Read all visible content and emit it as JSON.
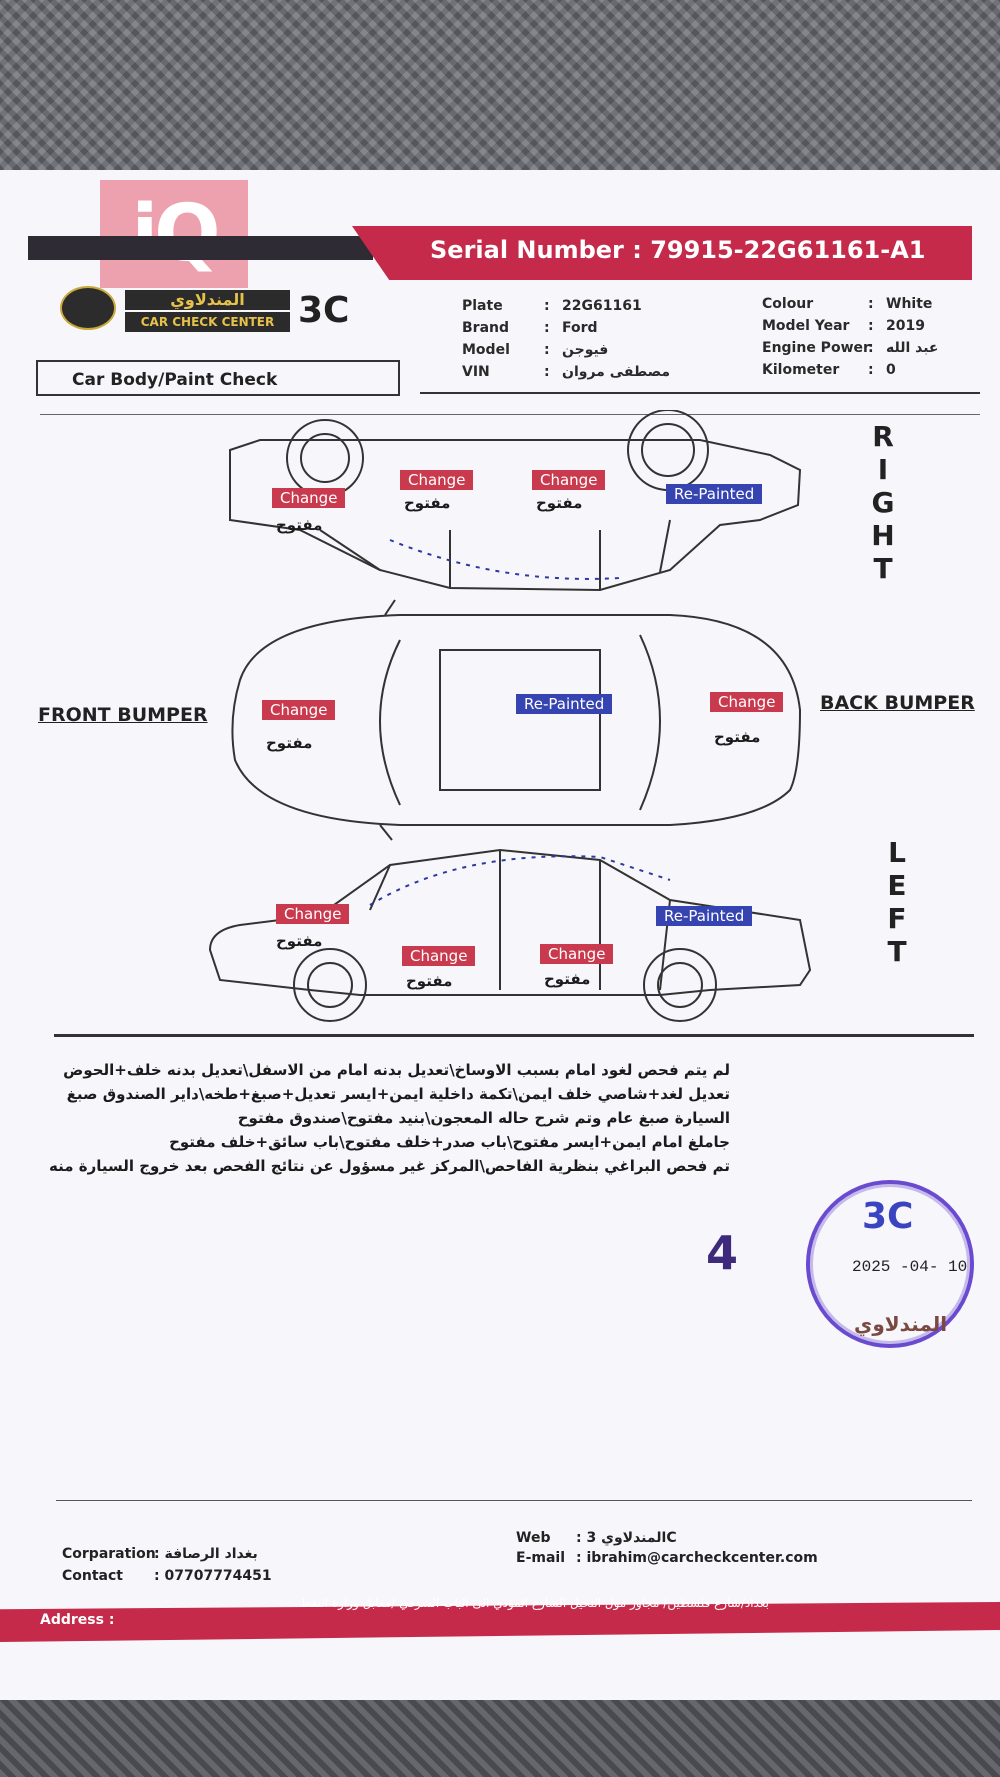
{
  "watermark": "iQ",
  "header": {
    "serial_label": "Serial Number :",
    "serial_value": "79915-22G61161-A1",
    "brand_arabic": "المندلاوي",
    "brand_english": "CAR CHECK CENTER",
    "brand_code": "3C"
  },
  "vehicle": {
    "plate": {
      "label": "Plate",
      "value": "22G61161"
    },
    "brand": {
      "label": "Brand",
      "value": "Ford"
    },
    "model": {
      "label": "Model",
      "value": "فيوجن"
    },
    "vin": {
      "label": "VIN",
      "value": "مصطفى مروان"
    },
    "colour": {
      "label": "Colour",
      "value": "White"
    },
    "model_year": {
      "label": "Model Year",
      "value": "2019"
    },
    "engine_power": {
      "label": "Engine Power",
      "value": "عبد الله"
    },
    "kilometer": {
      "label": "Kilometer",
      "value": "0"
    }
  },
  "section_title": "Car Body/Paint Check",
  "diagram": {
    "right_letters": [
      "R",
      "I",
      "G",
      "H",
      "T"
    ],
    "left_letters": [
      "L",
      "E",
      "F",
      "T"
    ],
    "front_bumper": "FRONT BUMPER",
    "back_bumper": "BACK BUMPER",
    "right_view": {
      "tags": [
        "Change",
        "Change",
        "Change",
        "Re-Painted"
      ],
      "notes": [
        "مفتوح",
        "مفتوح",
        "مفتوح"
      ]
    },
    "top_view": {
      "tags": [
        "Change",
        "Re-Painted",
        "Change"
      ],
      "notes": [
        "مفتوح",
        "مفتوح"
      ]
    },
    "left_view": {
      "tags": [
        "Change",
        "Change",
        "Change",
        "Re-Painted"
      ],
      "notes": [
        "مفتوح",
        "مفتوح",
        "مفتوح"
      ]
    }
  },
  "notes": [
    "لم يتم فحص لغود امام بسبب الاوساخ\\تعديل بدنه امام من الاسفل\\تعديل بدنه خلف+الحوض",
    "تعديل لغد+شاصي خلف ايمن\\تكمة داخلية ايمن+ايسر تعديل+صبغ+طخه\\داير الصندوق صبغ",
    "السيارة صبغ عام وتم شرح حاله المعجون\\بنيد مفتوح\\صندوق مفتوح",
    "جاملغ امام ايمن+ايسر مفتوح\\باب صدر+خلف مفتوح\\باب سائق+خلف مفتوح",
    "تم فحص البراغي بنظرية الفاحص\\المركز غير مسؤول عن نتائج الفحص بعد خروج السيارة منه"
  ],
  "page_number": "4",
  "stamp": {
    "code": "3C",
    "date": "2025 -04- 10",
    "name": "المندلاوي"
  },
  "footer": {
    "corporation": {
      "label": "Corparation",
      "value": "بغداد الرصافة"
    },
    "contact": {
      "label": "Contact",
      "value": "07707774451"
    },
    "web": {
      "label": "Web",
      "value": "المندلاوي 3C"
    },
    "email": {
      "label": "E-mail",
      "value": "ibrahim@carcheckcenter.com"
    },
    "address": {
      "label": "Address",
      "value": "بغداد/شارع فلسطين/ مجاور مول النخيل الشارع المؤدي الى الباب الشرقي /مقابل وزارة النفط"
    }
  },
  "colors": {
    "brand_red": "#c52a4a",
    "change_tag": "#c93a4e",
    "repainted_tag": "#3544b0",
    "stamp": "#6a4bd0"
  }
}
